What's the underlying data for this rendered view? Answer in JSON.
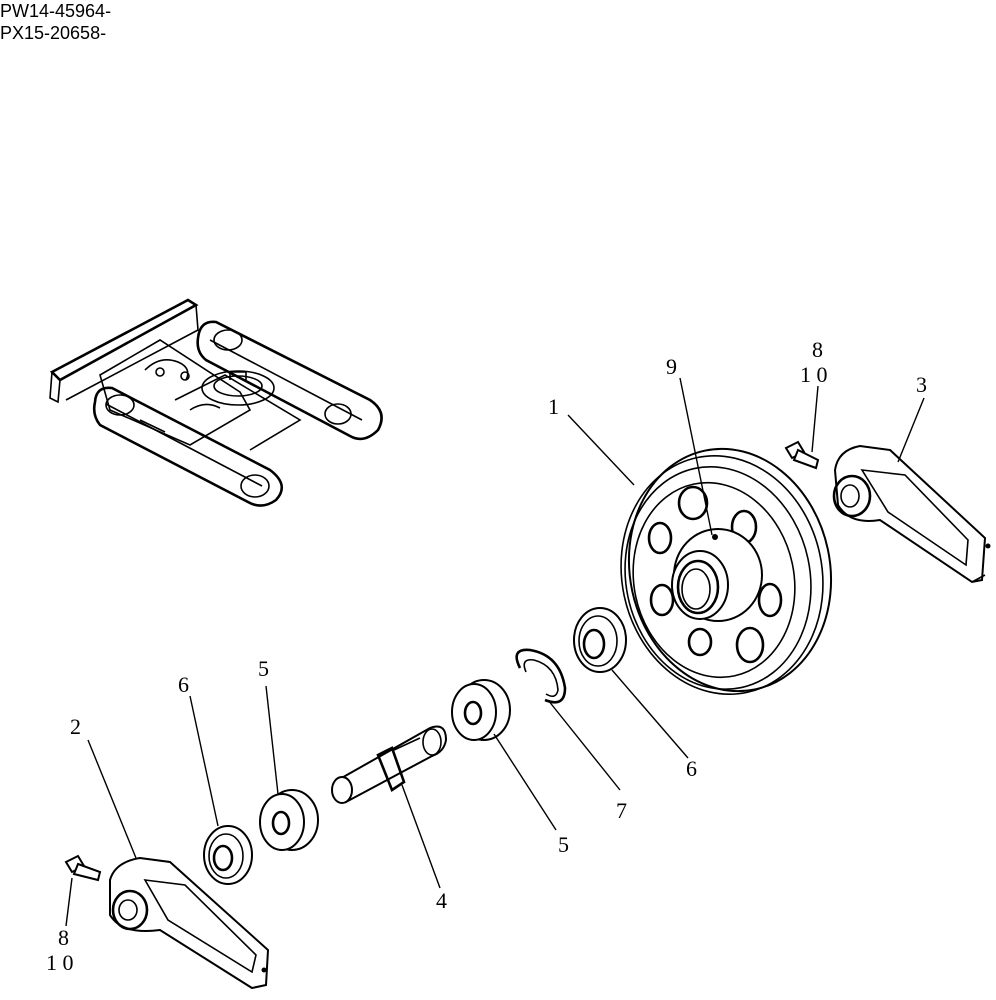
{
  "header": {
    "serial_1": "PW14-45964-",
    "serial_2": "PX15-20658-"
  },
  "callouts": {
    "c1": "1",
    "c2": "2",
    "c3": "3",
    "c4": "4",
    "c5a": "5",
    "c5b": "5",
    "c6a": "6",
    "c6b": "6",
    "c7": "7",
    "c8a": "8",
    "c10a": "1 0",
    "c8b": "8",
    "c10b": "1 0",
    "c9": "9"
  }
}
